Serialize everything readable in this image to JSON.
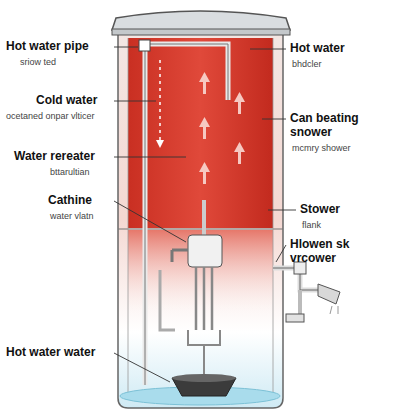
{
  "diagram": {
    "labels": [
      "Hot water pipe",
      "sriow ted",
      "Cold water",
      "ocetaned onpar vlticer",
      "Water rereater",
      "bttarultian",
      "Cathine",
      "water vlatn",
      "Hot water water",
      "Hot water",
      "bhdcler",
      "Can beating snower",
      "mcmry shower",
      "Stower",
      "flank",
      "Hlowen sk vrcower"
    ]
  }
}
